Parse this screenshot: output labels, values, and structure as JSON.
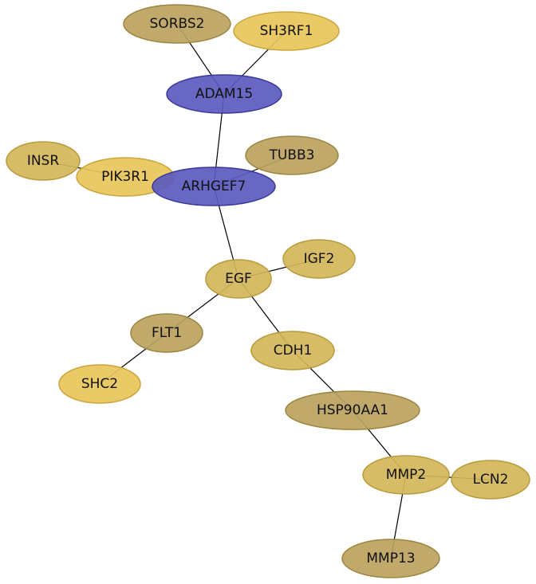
{
  "colors": {
    "highlight_fill": "#5b5bbf",
    "highlight_stroke": "#38389a",
    "gold_fill": "#d4b65a",
    "gold_stroke": "#b89a3a",
    "bright_fill": "#e8c45a",
    "bright_stroke": "#caa53a",
    "dark_fill": "#bba25e",
    "dark_stroke": "#9c8540",
    "edge": "#000000"
  },
  "nodes": [
    {
      "id": "SORBS2",
      "label": "SORBS2",
      "style": "dark"
    },
    {
      "id": "SH3RF1",
      "label": "SH3RF1",
      "style": "bright"
    },
    {
      "id": "ADAM15",
      "label": "ADAM15",
      "style": "highlight"
    },
    {
      "id": "INSR",
      "label": "INSR",
      "style": "gold"
    },
    {
      "id": "TUBB3",
      "label": "TUBB3",
      "style": "dark"
    },
    {
      "id": "PIK3R1",
      "label": "PIK3R1",
      "style": "bright"
    },
    {
      "id": "ARHGEF7",
      "label": "ARHGEF7",
      "style": "highlight"
    },
    {
      "id": "IGF2",
      "label": "IGF2",
      "style": "gold"
    },
    {
      "id": "EGF",
      "label": "EGF",
      "style": "gold"
    },
    {
      "id": "FLT1",
      "label": "FLT1",
      "style": "dark"
    },
    {
      "id": "CDH1",
      "label": "CDH1",
      "style": "gold"
    },
    {
      "id": "SHC2",
      "label": "SHC2",
      "style": "bright"
    },
    {
      "id": "HSP90AA1",
      "label": "HSP90AA1",
      "style": "dark"
    },
    {
      "id": "MMP2",
      "label": "MMP2",
      "style": "gold"
    },
    {
      "id": "LCN2",
      "label": "LCN2",
      "style": "gold"
    },
    {
      "id": "MMP13",
      "label": "MMP13",
      "style": "dark"
    }
  ],
  "edges": [
    [
      "SORBS2",
      "ADAM15"
    ],
    [
      "SH3RF1",
      "ADAM15"
    ],
    [
      "ADAM15",
      "ARHGEF7"
    ],
    [
      "INSR",
      "PIK3R1"
    ],
    [
      "TUBB3",
      "ARHGEF7"
    ],
    [
      "ARHGEF7",
      "EGF"
    ],
    [
      "EGF",
      "IGF2"
    ],
    [
      "EGF",
      "FLT1"
    ],
    [
      "EGF",
      "CDH1"
    ],
    [
      "FLT1",
      "SHC2"
    ],
    [
      "CDH1",
      "HSP90AA1"
    ],
    [
      "HSP90AA1",
      "MMP2"
    ],
    [
      "MMP2",
      "LCN2"
    ],
    [
      "MMP2",
      "MMP13"
    ]
  ]
}
